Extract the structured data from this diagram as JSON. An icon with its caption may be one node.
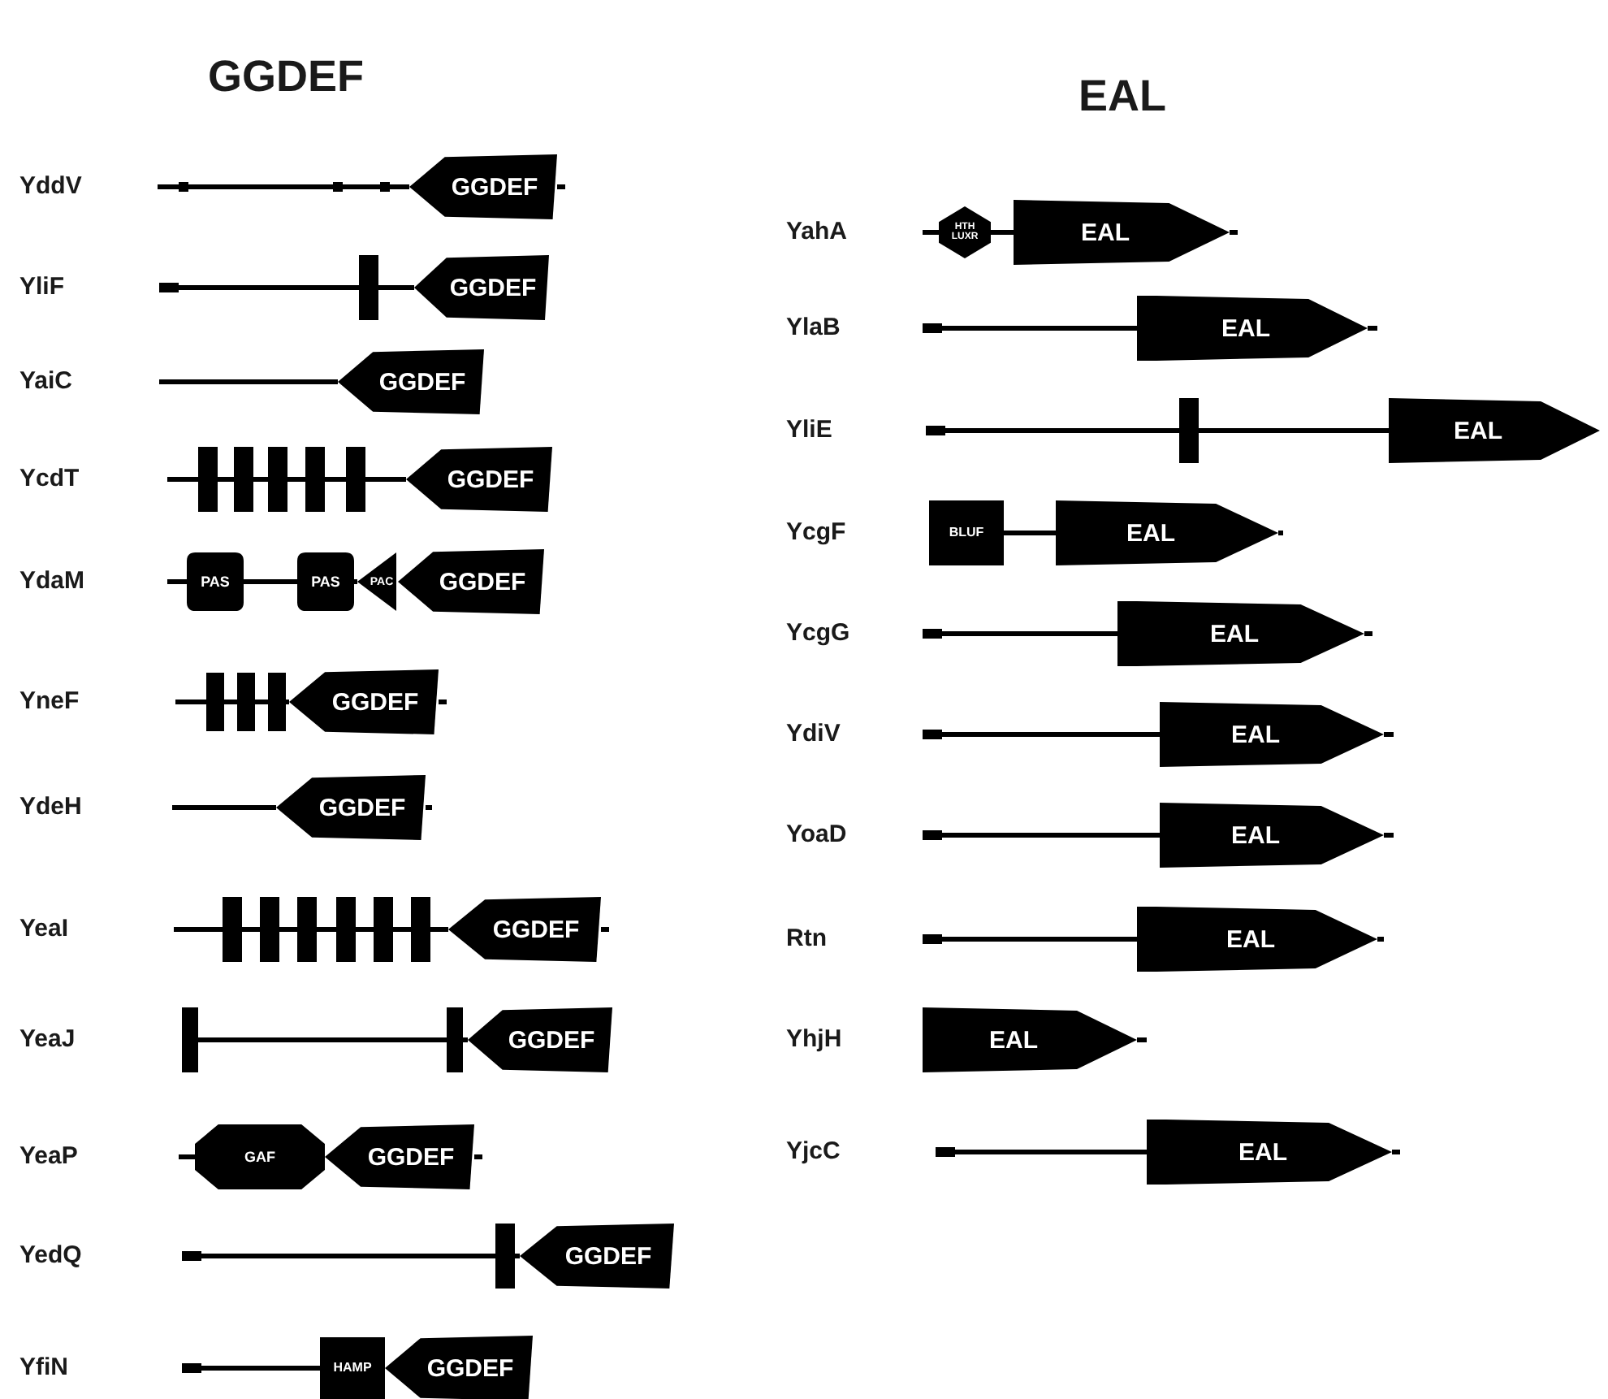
{
  "diagram": {
    "nodes": [
      {
        "text": [
          "GGDEF"
        ]
      },
      {
        "text": [
          "GGDEF"
        ]
      },
      {
        "text": [
          "GGDEF"
        ]
      },
      {
        "text": [
          "GGDEF"
        ]
      },
      {
        "text": [
          "PAS"
        ]
      },
      {
        "text": [
          "PAS"
        ]
      },
      {
        "text": [
          "PAC"
        ]
      },
      {
        "text": [
          "GGDEF"
        ]
      },
      {
        "text": [
          "GGDEF"
        ]
      },
      {
        "text": [
          "GGDEF"
        ]
      },
      {
        "text": [
          "GGDEF"
        ]
      },
      {
        "text": [
          "GGDEF"
        ]
      },
      {
        "text": [
          "GAF"
        ]
      },
      {
        "text": [
          "GGDEF"
        ]
      },
      {
        "text": [
          "GGDEF"
        ]
      },
      {
        "text": [
          "HAMP"
        ]
      },
      {
        "text": [
          "GGDEF"
        ]
      },
      {
        "text": [
          "HTH LUXR"
        ]
      },
      {
        "text": [
          "EAL"
        ]
      },
      {
        "text": [
          "EAL"
        ]
      },
      {
        "text": [
          "EAL"
        ]
      },
      {
        "text": [
          "BLUF"
        ]
      },
      {
        "text": [
          "EAL"
        ]
      },
      {
        "text": [
          "EAL"
        ]
      },
      {
        "text": [
          "EAL"
        ]
      },
      {
        "text": [
          "EAL"
        ]
      },
      {
        "text": [
          "EAL"
        ]
      },
      {
        "text": [
          "EAL"
        ]
      },
      {
        "text": [
          "EAL"
        ]
      }
    ],
    "edges": [
      {
        "from": 4,
        "to": 5,
        "arrow": "none"
      },
      {
        "from": 17,
        "to": 18,
        "arrow": "none"
      },
      {
        "from": 21,
        "to": 22,
        "arrow": "none"
      }
    ],
    "labels": [
      "GGDEF",
      "EAL",
      "YddV",
      "YliF",
      "YaiC",
      "YcdT",
      "YdaM",
      "YneF",
      "YdeH",
      "YeaI",
      "YeaJ",
      "YeaP",
      "YedQ",
      "YfiN",
      "YahA",
      "YlaB",
      "YliE",
      "YcgF",
      "YcgG",
      "YdiV",
      "YoaD",
      "Rtn",
      "YhjH",
      "YjcC"
    ]
  }
}
